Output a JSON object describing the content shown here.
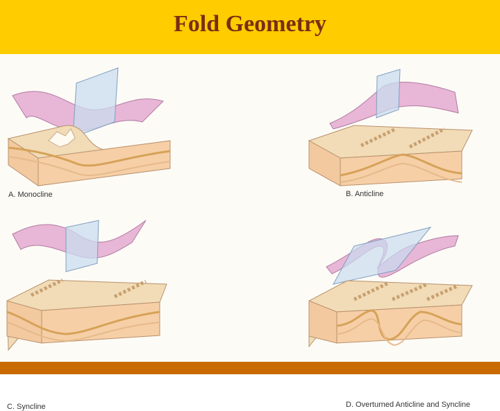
{
  "title": "Fold Geometry",
  "panels": {
    "a": {
      "caption": "A. Monocline"
    },
    "b": {
      "caption": "B. Anticline"
    },
    "c": {
      "caption": "C. Syncline"
    },
    "d": {
      "caption": "D. Overturned Anticline and Syncline"
    }
  },
  "colors": {
    "banner": "#ffcc00",
    "title_text": "#7a2e12",
    "footer": "#c96a00",
    "fold_surface": "#e8b6d6",
    "axial_plane": "#c9dcef",
    "block_top": "#f1dcb7",
    "block_side": "#f6cfa7",
    "layer_line": "#d6a257"
  }
}
